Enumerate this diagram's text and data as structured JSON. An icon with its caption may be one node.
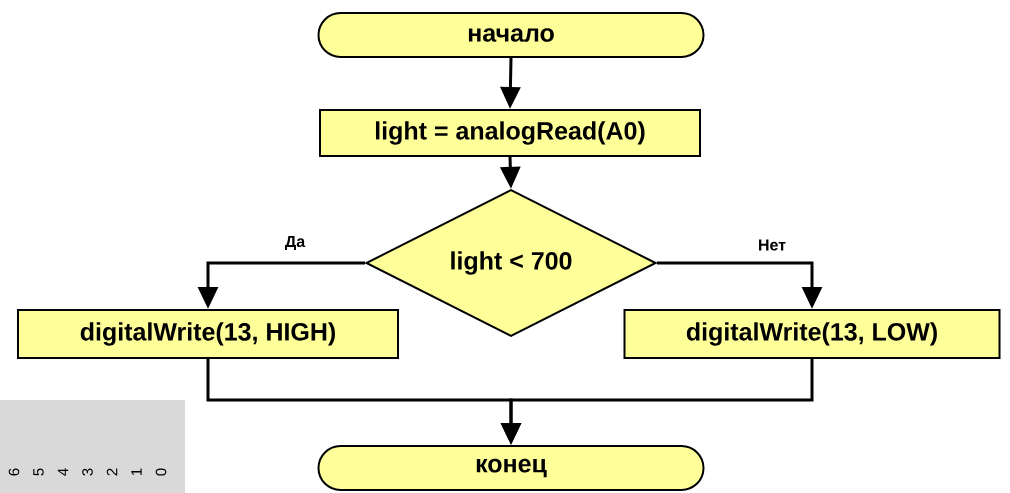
{
  "diagram": {
    "nodes": [
      {
        "text": [
          "начало"
        ]
      },
      {
        "text": [
          "light = analogRead(A0)"
        ]
      },
      {
        "text": [
          "light < 700"
        ]
      },
      {
        "text": [
          "digitalWrite(13, HIGH)"
        ]
      },
      {
        "text": [
          "digitalWrite(13, LOW)"
        ]
      },
      {
        "text": [
          "конец"
        ]
      }
    ],
    "edges": [
      {
        "from": 0,
        "to": 1,
        "arrow": "to"
      },
      {
        "from": 1,
        "to": 2,
        "arrow": "to"
      },
      {
        "from": 2,
        "to": 3,
        "arrow": "to",
        "label": "Да"
      },
      {
        "from": 2,
        "to": 4,
        "arrow": "to",
        "label": "Нет"
      },
      {
        "from": 3,
        "to": 5,
        "arrow": "to"
      },
      {
        "from": 4,
        "to": 5,
        "arrow": "to"
      }
    ],
    "labels": [
      "6",
      "5",
      "4",
      "3",
      "2",
      "1",
      "0"
    ]
  }
}
